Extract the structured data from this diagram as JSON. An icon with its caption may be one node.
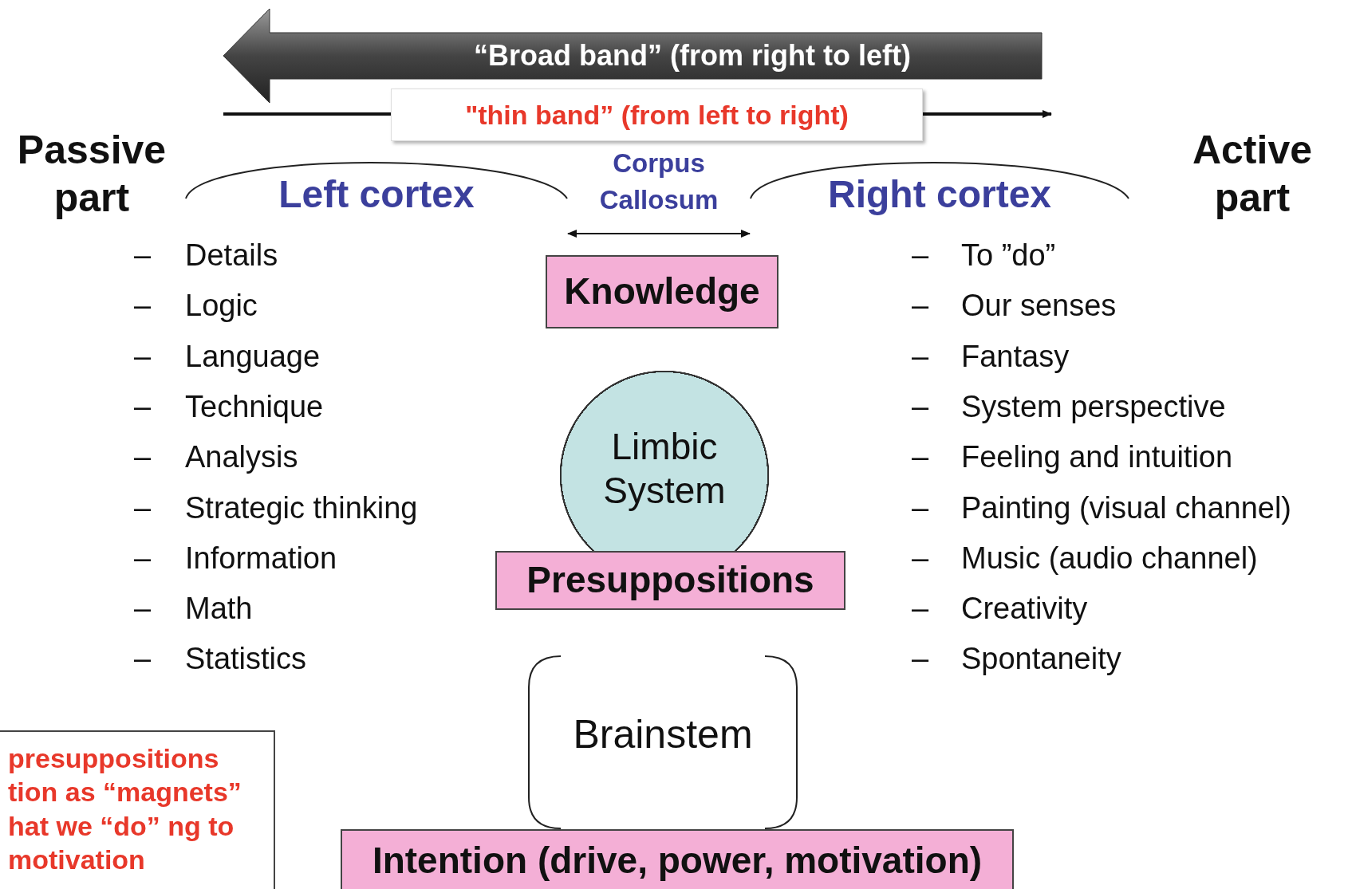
{
  "diagram": {
    "nodes": [
      {
        "text": [
          "“Broad band” (from right to left)"
        ]
      },
      {
        "text": [
          "\"thin band” (from left to right)"
        ]
      },
      {
        "text": [
          "Left cortex"
        ]
      },
      {
        "text": [
          "Right cortex"
        ]
      },
      {
        "text": [
          "Knowledge"
        ]
      },
      {
        "text": [
          "Limbic System"
        ]
      },
      {
        "text": [
          "Presuppositions"
        ]
      },
      {
        "text": [
          "Brainstem"
        ]
      },
      {
        "text": [
          "Intention (drive, power, motivation)"
        ]
      },
      {
        "text": [
          "presuppositions tion as “magnets” hat we “do” ng to motivation"
        ]
      }
    ],
    "edges": [
      {
        "from": 2,
        "to": 3,
        "arrow": "both",
        "label": "Corpus Callosum"
      }
    ],
    "labels": [
      "Passive part",
      "Active part",
      "–",
      "Details",
      "–",
      "Logic",
      "–",
      "Language",
      "–",
      "Technique",
      "–",
      "Analysis",
      "–",
      "Strategic thinking",
      "–",
      "Information",
      "–",
      "Math",
      "–",
      "Statistics",
      "–",
      "To ”do”",
      "–",
      "Our senses",
      "–",
      "Fantasy",
      "–",
      "System perspective",
      "–",
      "Feeling and intuition",
      "–",
      "Painting (visual channel)",
      "–",
      "Music (audio channel)",
      "–",
      "Creativity",
      "–",
      "Spontaneity"
    ]
  }
}
